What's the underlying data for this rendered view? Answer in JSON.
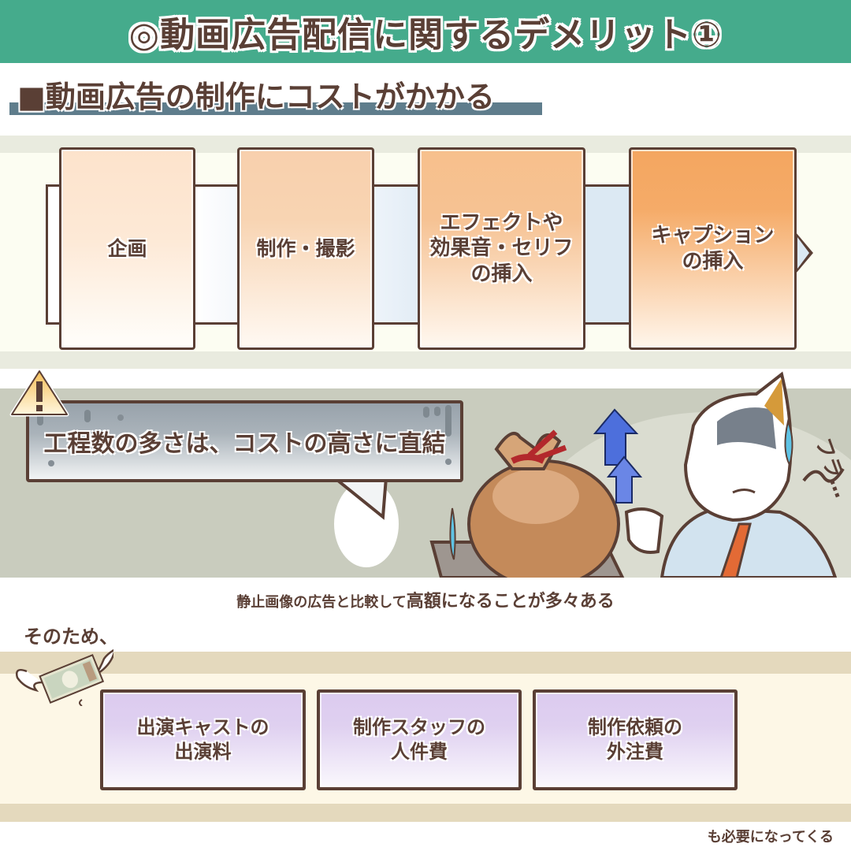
{
  "header": {
    "title": "◎動画広告配信に関するデメリット①",
    "title_bg": "#45ab8c"
  },
  "section": {
    "heading": "■動画広告の制作にコストがかかる",
    "underline_color": "#5f7d8c"
  },
  "process_flow": {
    "steps": [
      {
        "label": "企画"
      },
      {
        "label": "制作・撮影"
      },
      {
        "label": "エフェクトや\n効果音・セリフ\nの挿入"
      },
      {
        "label": "キャプション\nの挿入"
      }
    ],
    "icons": {
      "end_arrow": "chevron-right-icon"
    }
  },
  "warning": {
    "icon": "warning-icon",
    "bubble_text": "工程数の多さは、コストの高さに直結",
    "illustration": {
      "money_bag": "money-bag-icon",
      "rising_arrows": "up-arrows-icon",
      "character_sfx": "フラ…〜"
    }
  },
  "caption": {
    "prefix": "静止画像の広告と比較して",
    "emphasis": "高額になることが多々ある"
  },
  "therefore": "そのため、",
  "costs": {
    "items": [
      {
        "label": "出演キャストの\n出演料"
      },
      {
        "label": "制作スタッフの\n人件費"
      },
      {
        "label": "制作依頼の\n外注費"
      }
    ],
    "icon": "flying-money-icon"
  },
  "footer": "も必要になってくる",
  "colors": {
    "text": "#5a3f35",
    "step_colors": [
      "#fde3cc",
      "#f8d0ad",
      "#f7c08c",
      "#f4a660"
    ],
    "cost_color": "#dccbef",
    "illustration_bg": "#c9ccbe",
    "cost_band": "#e4d9bd"
  }
}
